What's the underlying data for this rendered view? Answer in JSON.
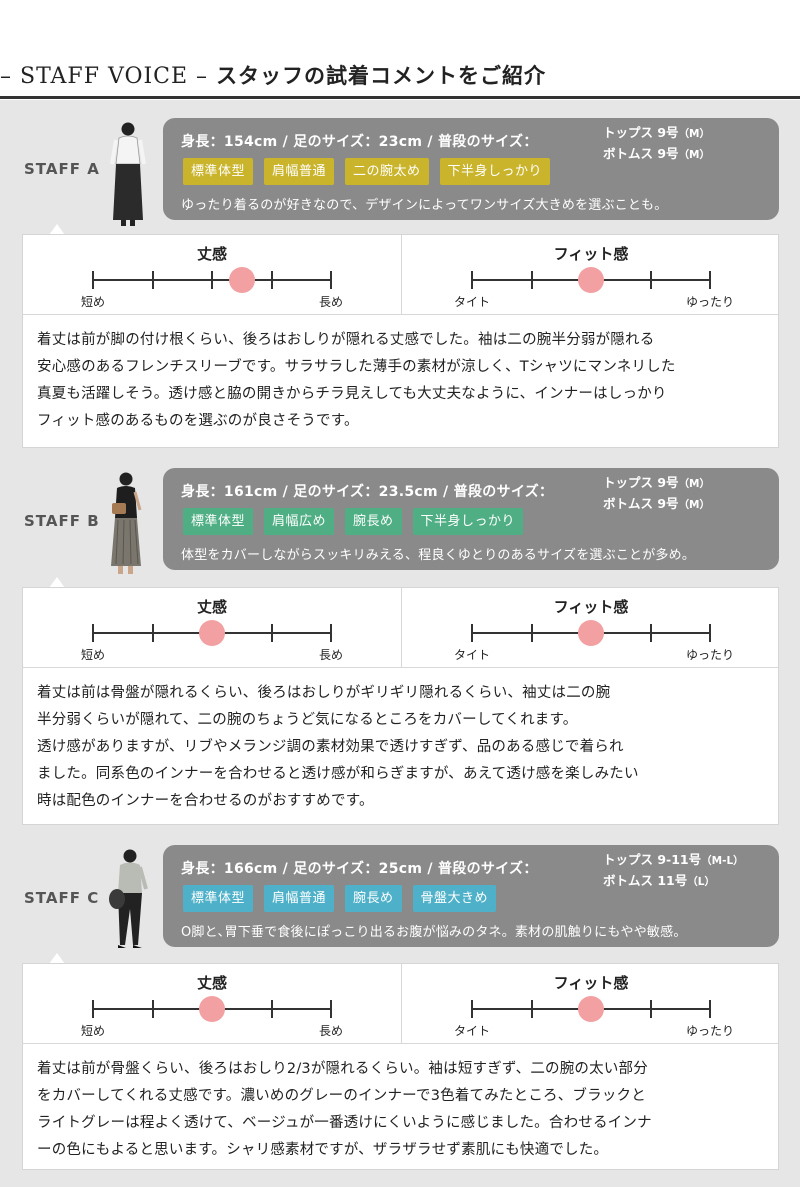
{
  "header": {
    "title_prefix": "– STAFF VOICE –",
    "title_jp": "スタッフの試着コメントをご紹介"
  },
  "colors": {
    "background": "#e6e6e6",
    "info_box": "#8a8a8a",
    "tag_yellow": "#c9b42c",
    "tag_green": "#4fae83",
    "tag_blue": "#4fb1c9",
    "rating_dot": "#f2a0a2"
  },
  "staff": [
    {
      "label": "STAFF A",
      "info": "身長：154cm / 足のサイズ：23cm / 普段のサイズ：",
      "sizes_tops": "トップス 9号",
      "sizes_tops_paren": "（M）",
      "sizes_bottoms": "ボトムス 9号",
      "sizes_bottoms_paren": "（M）",
      "tags": [
        "標準体型",
        "肩幅普通",
        "二の腕太め",
        "下半身しっかり"
      ],
      "description": "ゆったり着るのが好きなので、デザインによってワンサイズ大きめを選ぶことも。",
      "length": {
        "title": "丈感",
        "min_label": "短め",
        "max_label": "長め",
        "value": 2.5,
        "steps": 4
      },
      "fit": {
        "title": "フィット感",
        "min_label": "タイト",
        "max_label": "ゆったり",
        "value": 2,
        "steps": 4
      },
      "comment": [
        "着丈は前が脚の付け根くらい、後ろはおしりが隠れる丈感でした。袖は二の腕半分弱が隠れる",
        "安心感のあるフレンチスリーブです。サラサラした薄手の素材が涼しく、Tシャツにマンネリした",
        "真夏も活躍しそう。透け感と脇の開きからチラ見えしても大丈夫なように、インナーはしっかり",
        "フィット感のあるものを選ぶのが良さそうです。"
      ]
    },
    {
      "label": "STAFF B",
      "info": "身長：161cm / 足のサイズ：23.5cm / 普段のサイズ：",
      "sizes_tops": "トップス 9号",
      "sizes_tops_paren": "（M）",
      "sizes_bottoms": "ボトムス 9号",
      "sizes_bottoms_paren": "（M）",
      "tags": [
        "標準体型",
        "肩幅広め",
        "腕長め",
        "下半身しっかり"
      ],
      "description": "体型をカバーしながらスッキリみえる、程良くゆとりのあるサイズを選ぶことが多め。",
      "length": {
        "title": "丈感",
        "min_label": "短め",
        "max_label": "長め",
        "value": 2,
        "steps": 4
      },
      "fit": {
        "title": "フィット感",
        "min_label": "タイト",
        "max_label": "ゆったり",
        "value": 2,
        "steps": 4
      },
      "comment": [
        "着丈は前は骨盤が隠れるくらい、後ろはおしりがギリギリ隠れるくらい、袖丈は二の腕",
        "半分弱くらいが隠れて、二の腕のちょうど気になるところをカバーしてくれます。",
        "透け感がありますが、リブやメランジ調の素材効果で透けすぎず、品のある感じで着られ",
        "ました。同系色のインナーを合わせると透け感が和らぎますが、あえて透け感を楽しみたい",
        "時は配色のインナーを合わせるのがおすすめです。"
      ]
    },
    {
      "label": "STAFF C",
      "info": "身長：166cm / 足のサイズ：25cm / 普段のサイズ：",
      "sizes_tops": "トップス 9-11号",
      "sizes_tops_paren": "（M-L）",
      "sizes_bottoms": "ボトムス 11号",
      "sizes_bottoms_paren": "（L）",
      "tags": [
        "標準体型",
        "肩幅普通",
        "腕長め",
        "骨盤大きめ"
      ],
      "description": "O脚と､胃下垂で食後にぽっこり出るお腹が悩みのタネ。素材の肌触りにもやや敏感。",
      "length": {
        "title": "丈感",
        "min_label": "短め",
        "max_label": "長め",
        "value": 2,
        "steps": 4
      },
      "fit": {
        "title": "フィット感",
        "min_label": "タイト",
        "max_label": "ゆったり",
        "value": 2,
        "steps": 4
      },
      "comment": [
        "着丈は前が骨盤くらい、後ろはおしり2/3が隠れるくらい。袖は短すぎず、二の腕の太い部分",
        "をカバーしてくれる丈感です。濃いめのグレーのインナーで3色着てみたところ、ブラックと",
        "ライトグレーは程よく透けて、ベージュが一番透けにくいように感じました。合わせるインナ",
        "ーの色にもよると思います。シャリ感素材ですが、ザラザラせず素肌にも快適でした。"
      ]
    }
  ]
}
